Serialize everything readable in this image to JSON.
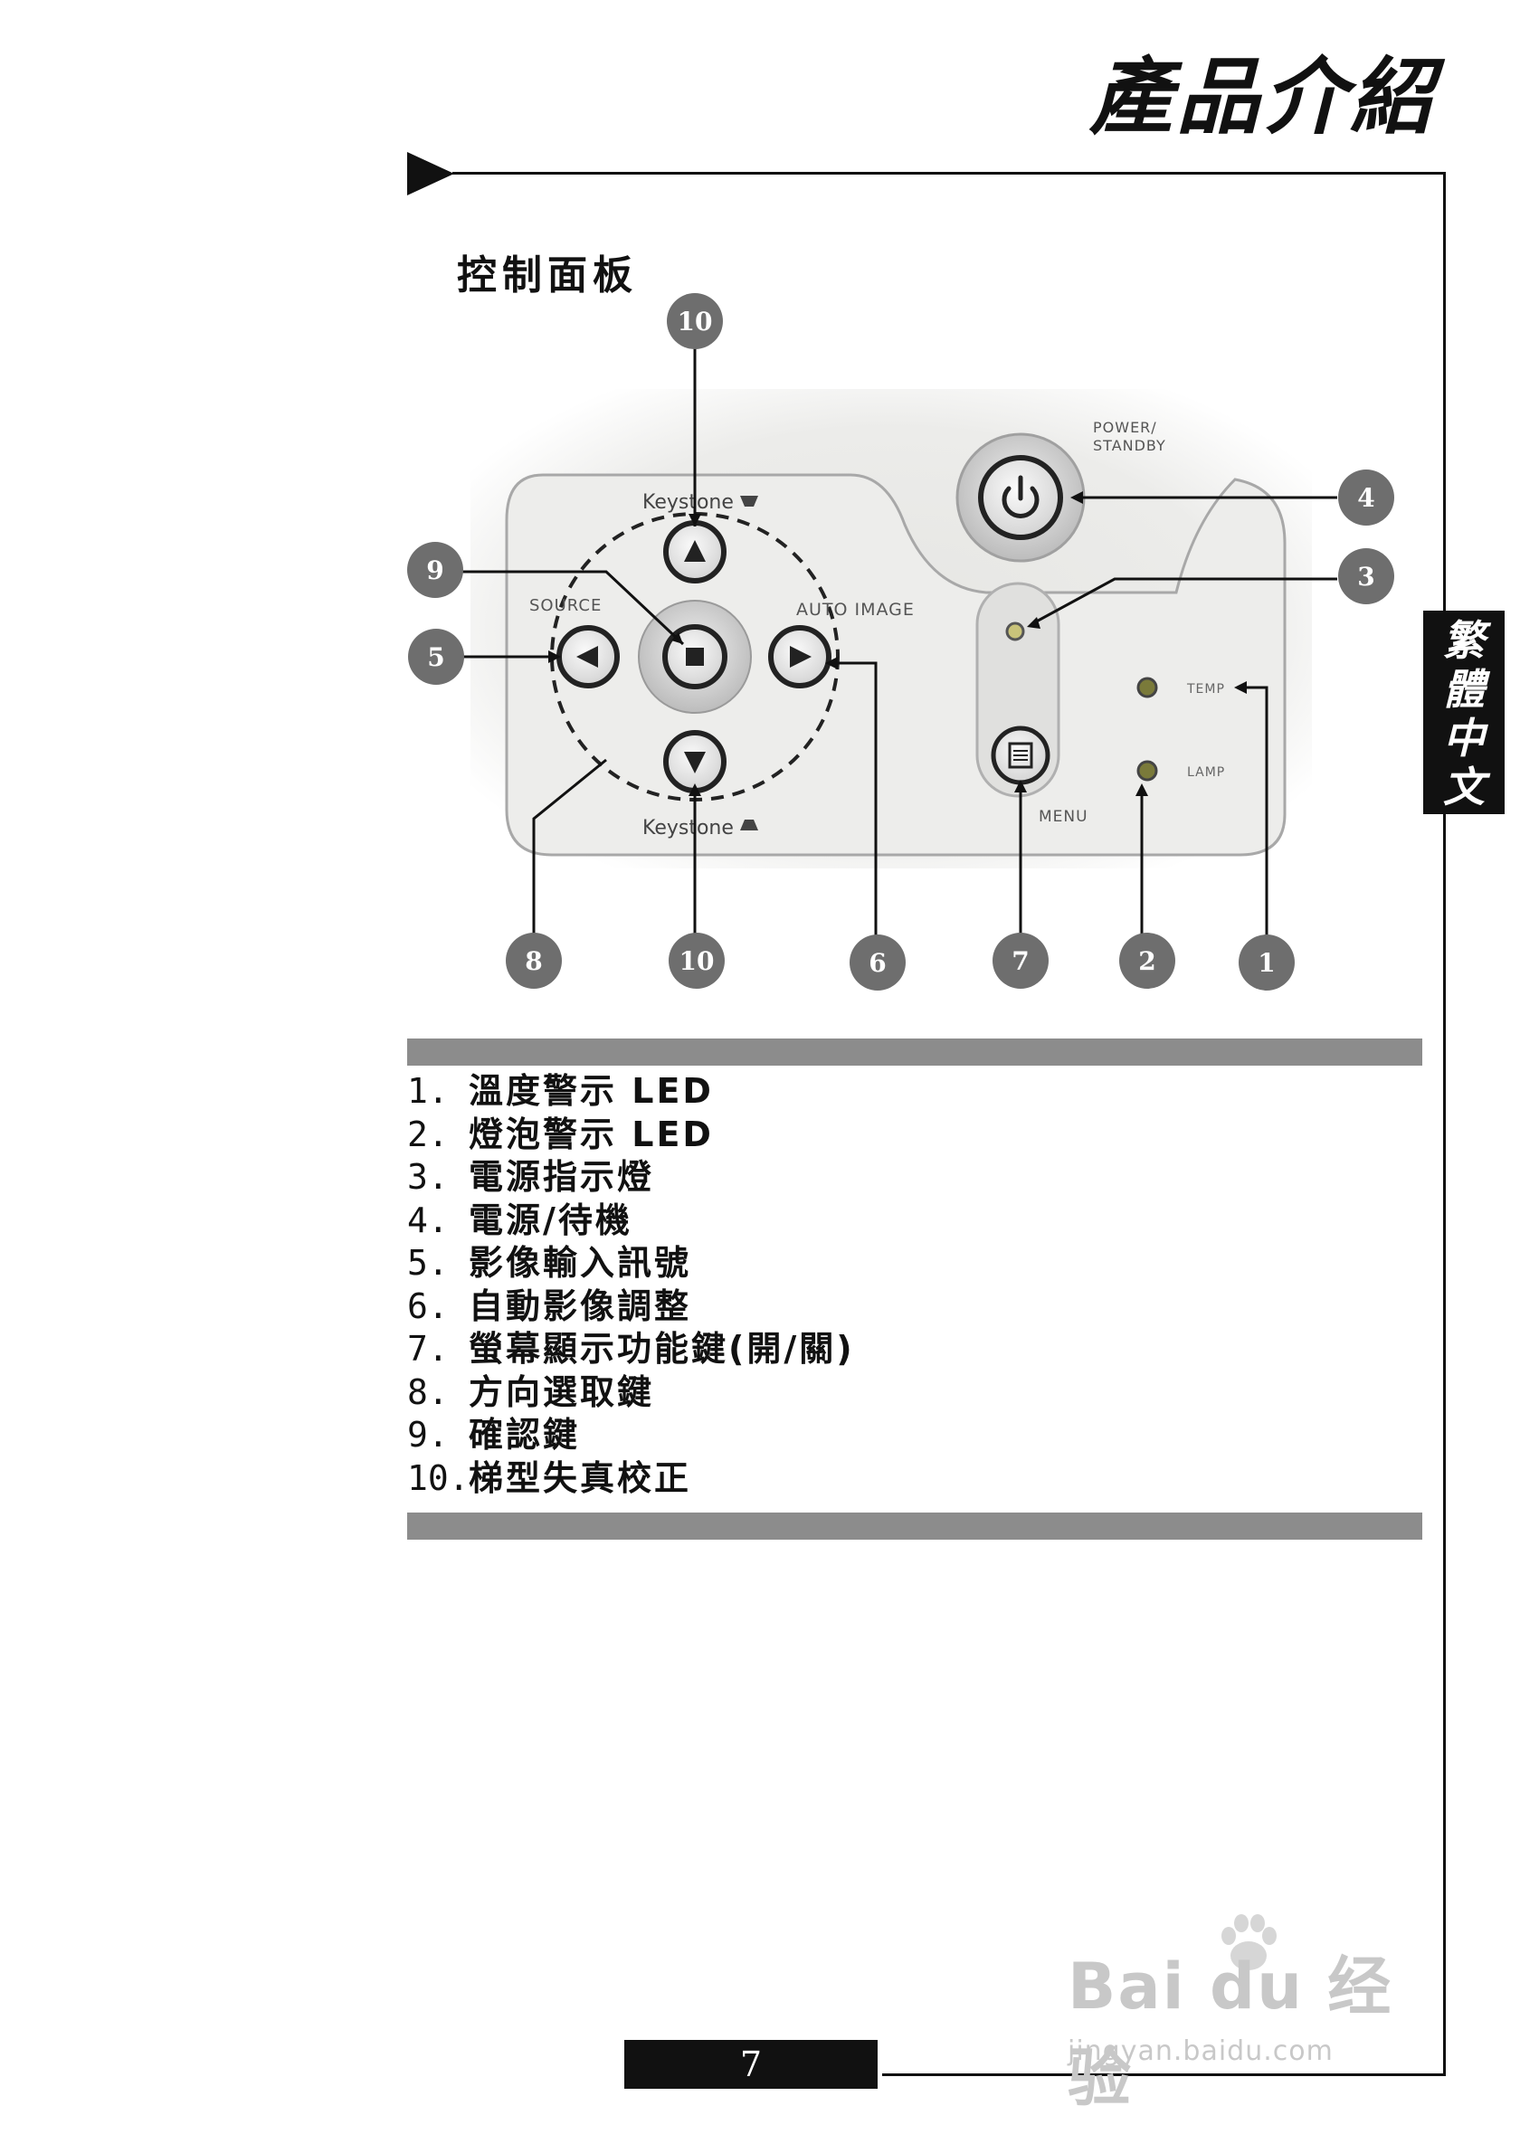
{
  "header": {
    "title": "產品介紹"
  },
  "side_tab": {
    "chars": [
      "繁",
      "體",
      "中",
      "文"
    ]
  },
  "section": {
    "title": "控制面板"
  },
  "panel": {
    "labels": {
      "keystone_top": "Keystone",
      "keystone_bottom": "Keystone",
      "source": "SOURCE",
      "auto_image": "AUTO IMAGE",
      "power_standby_1": "POWER/",
      "power_standby_2": "STANDBY",
      "temp": "TEMP",
      "lamp": "LAMP",
      "menu": "MENU"
    },
    "callouts": {
      "c10_top": "10",
      "c9": "9",
      "c5": "5",
      "c4": "4",
      "c3": "3",
      "c8": "8",
      "c10_bottom": "10",
      "c6": "6",
      "c7": "7",
      "c2": "2",
      "c1": "1"
    }
  },
  "legend": {
    "items": [
      {
        "num": "1.",
        "text": "溫度警示 LED"
      },
      {
        "num": "2.",
        "text": "燈泡警示 LED"
      },
      {
        "num": "3.",
        "text": "電源指示燈"
      },
      {
        "num": "4.",
        "text": "電源/待機"
      },
      {
        "num": "5.",
        "text": "影像輸入訊號"
      },
      {
        "num": "6.",
        "text": "自動影像調整"
      },
      {
        "num": "7.",
        "text": "螢幕顯示功能鍵(開/關)"
      },
      {
        "num": "8.",
        "text": "方向選取鍵"
      },
      {
        "num": "9.",
        "text": "確認鍵"
      },
      {
        "num": "10.",
        "text": "梯型失真校正"
      }
    ]
  },
  "footer": {
    "page_number": "7"
  },
  "watermark": {
    "text": "Bai du 经验",
    "url": "jingyan.baidu.com"
  }
}
